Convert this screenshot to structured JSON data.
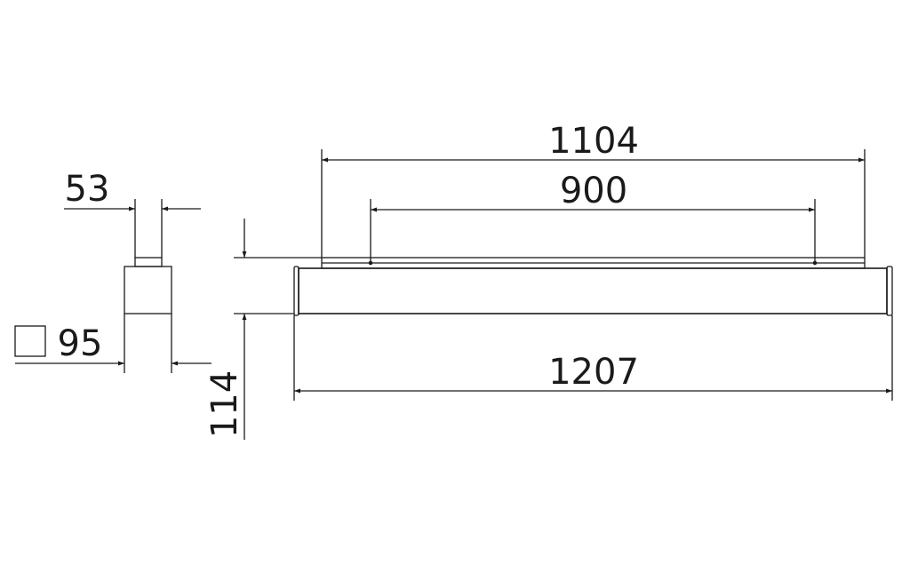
{
  "dimensions": {
    "side_width": "53",
    "side_square": "95",
    "height": "114",
    "top_length": "1104",
    "mount_spacing": "900",
    "total_length": "1207"
  },
  "colors": {
    "line": "#1a1a1a",
    "background": "#ffffff"
  }
}
